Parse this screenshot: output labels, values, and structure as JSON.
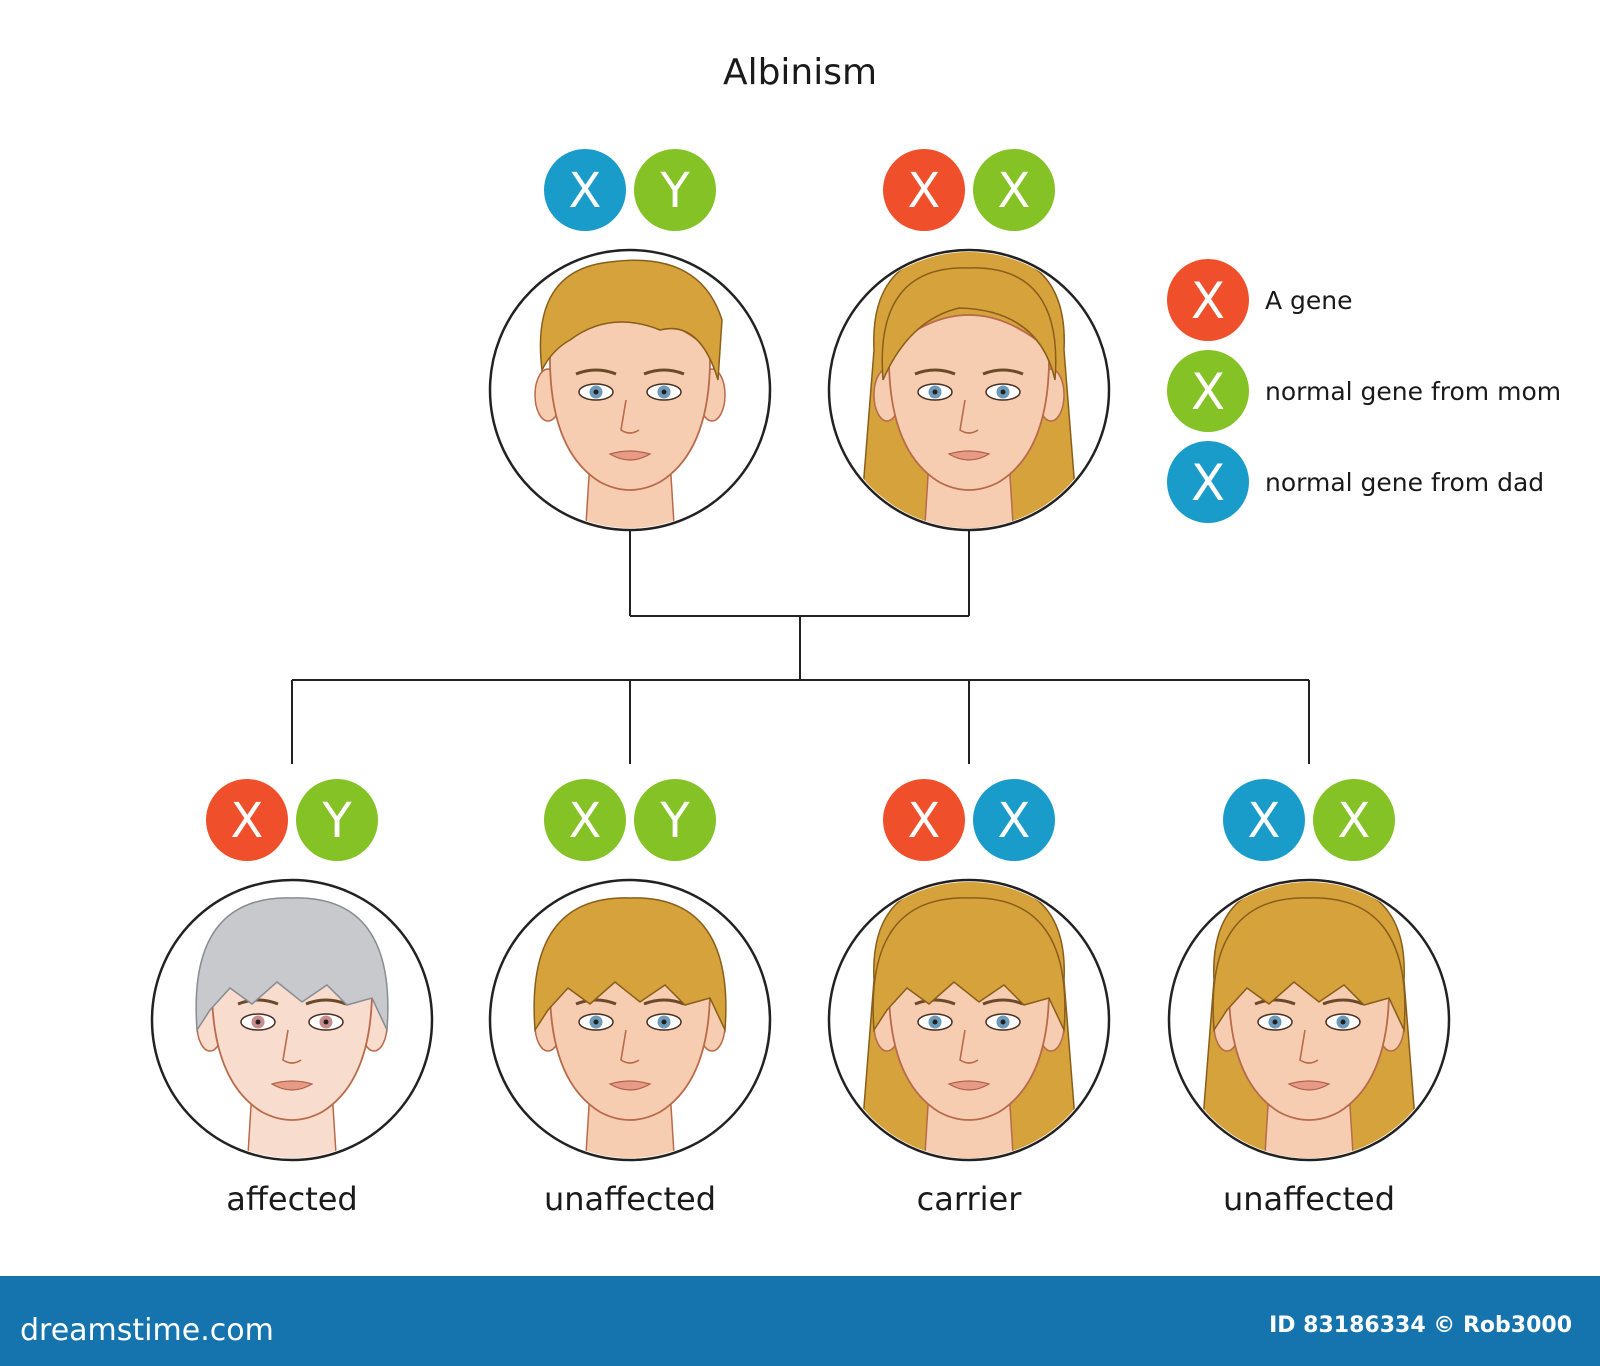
{
  "title": "Albinism",
  "colors": {
    "red": "#EF4F2A",
    "green": "#84C226",
    "blue": "#1A9CCB",
    "footer": "#1574AE",
    "hair_blond": "#D6A23C",
    "hair_grey": "#C7C9CD",
    "skin": "#F6CDB1"
  },
  "parents": [
    {
      "role": "father",
      "genes": [
        {
          "letter": "X",
          "color": "blue"
        },
        {
          "letter": "Y",
          "color": "green"
        }
      ]
    },
    {
      "role": "mother",
      "genes": [
        {
          "letter": "X",
          "color": "red"
        },
        {
          "letter": "X",
          "color": "green"
        }
      ]
    }
  ],
  "children": [
    {
      "label": "affected",
      "hair": "grey",
      "genes": [
        {
          "letter": "X",
          "color": "red"
        },
        {
          "letter": "Y",
          "color": "green"
        }
      ]
    },
    {
      "label": "unaffected",
      "hair": "blond-short",
      "genes": [
        {
          "letter": "X",
          "color": "green"
        },
        {
          "letter": "Y",
          "color": "green"
        }
      ]
    },
    {
      "label": "carrier",
      "hair": "blond-long",
      "genes": [
        {
          "letter": "X",
          "color": "red"
        },
        {
          "letter": "X",
          "color": "blue"
        }
      ]
    },
    {
      "label": "unaffected",
      "hair": "blond-long",
      "genes": [
        {
          "letter": "X",
          "color": "blue"
        },
        {
          "letter": "X",
          "color": "green"
        }
      ]
    }
  ],
  "legend": [
    {
      "letter": "X",
      "color": "red",
      "text": "A gene"
    },
    {
      "letter": "X",
      "color": "green",
      "text": "normal gene from mom"
    },
    {
      "letter": "X",
      "color": "blue",
      "text": "normal gene from dad"
    }
  ],
  "footer": {
    "brand": "dreamstime.com",
    "credit": "ID 83186334 © Rob3000"
  }
}
